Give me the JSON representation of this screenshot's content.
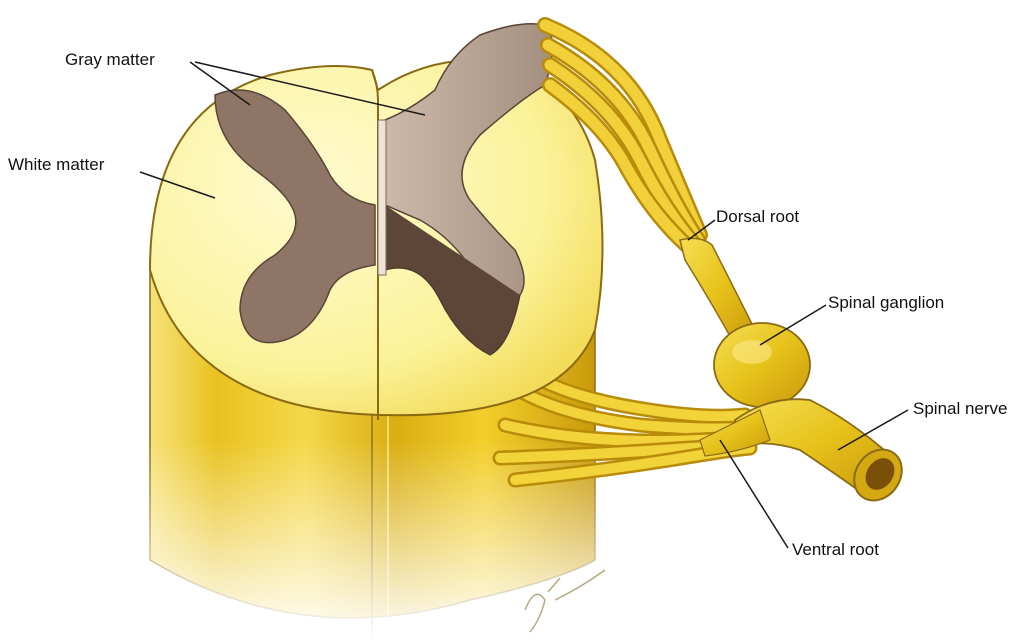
{
  "labels": {
    "gray_matter": "Gray matter",
    "white_matter": "White matter",
    "dorsal_root": "Dorsal root",
    "spinal_ganglion": "Spinal ganglion",
    "spinal_nerve": "Spinal nerve",
    "ventral_root": "Ventral root"
  },
  "colors": {
    "white_matter": "#fbf29a",
    "cord_body": "#f2cc1c",
    "gray_matter": "#8e7566",
    "gray_matter_cut": "#bba696",
    "nerve": "#e6c21a",
    "outline": "#7a5a10"
  }
}
